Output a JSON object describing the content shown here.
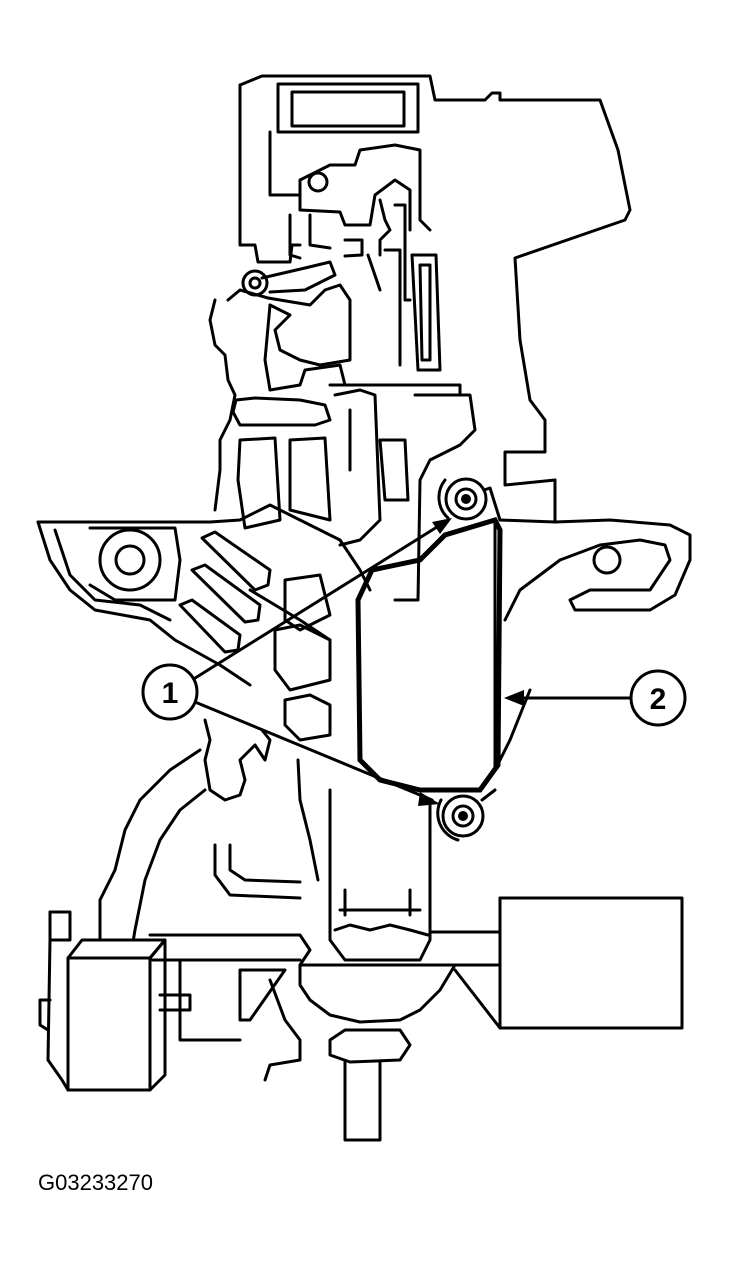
{
  "callouts": [
    {
      "label": "1"
    },
    {
      "label": "2"
    }
  ],
  "figure_id": "G03233270",
  "colors": {
    "line": "#000000",
    "background": "#ffffff"
  },
  "icons": [
    "bolt-icon"
  ]
}
